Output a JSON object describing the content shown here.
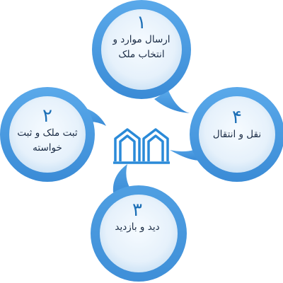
{
  "steps": [
    {
      "number": "۱",
      "label": "ارسال موارد و انتخاب ملک"
    },
    {
      "number": "۲",
      "label": "ثبت ملک و ثبت خواسته"
    },
    {
      "number": "۳",
      "label": "دید و بازدید"
    },
    {
      "number": "۴",
      "label": "نقل و انتقال"
    }
  ],
  "colors": {
    "bubble_outer": "#4a9be0",
    "bubble_inner": "#eaf4fc",
    "logo": "#2a8ad8",
    "number": "#1c6fb6",
    "text": "#1a2b44"
  },
  "center_logo_icon": "house-arches-logo-icon"
}
